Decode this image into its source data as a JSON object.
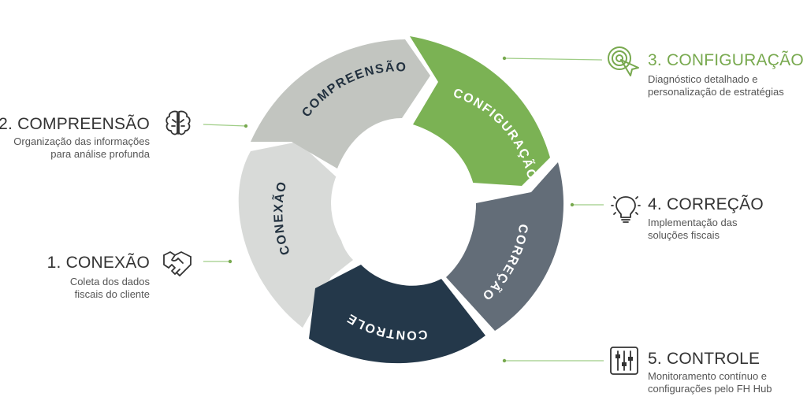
{
  "cycle": {
    "segments": [
      {
        "key": "conexao",
        "label": "CONEXÃO",
        "color": "#d8dad8",
        "text_color": "#22313f"
      },
      {
        "key": "compreensao",
        "label": "COMPREENSÃO",
        "color": "#c2c5c0",
        "text_color": "#22313f"
      },
      {
        "key": "configuracao",
        "label": "CONFIGURAÇÃO",
        "color": "#7bb254",
        "text_color": "#ffffff"
      },
      {
        "key": "correcao",
        "label": "CORREÇÃO",
        "color": "#636d78",
        "text_color": "#ffffff"
      },
      {
        "key": "controle",
        "label": "CONTROLE",
        "color": "#24384a",
        "text_color": "#ffffff"
      }
    ]
  },
  "steps": {
    "compreensao": {
      "title": "2. COMPREENSÃO",
      "desc_line1": "Organização das informações",
      "desc_line2": "para análise profunda",
      "icon": "brain-icon"
    },
    "conexao": {
      "title": "1. CONEXÃO",
      "desc_line1": "Coleta dos dados",
      "desc_line2": "fiscais do cliente",
      "icon": "handshake-icon"
    },
    "configuracao": {
      "title": "3. CONFIGURAÇÃO",
      "desc_line1": "Diagnóstico detalhado e",
      "desc_line2": "personalização de estratégias",
      "icon": "target-click-icon"
    },
    "correcao": {
      "title": "4. CORREÇÃO",
      "desc_line1": "Implementação das",
      "desc_line2": "soluções fiscais",
      "icon": "lightbulb-icon"
    },
    "controle": {
      "title": "5. CONTROLE",
      "desc_line1": "Monitoramento contínuo e",
      "desc_line2": "configurações pelo FH Hub",
      "icon": "sliders-icon"
    }
  },
  "colors": {
    "accent_green": "#78a94f",
    "leader_green": "#9fcd86",
    "text_dark": "#333333"
  }
}
